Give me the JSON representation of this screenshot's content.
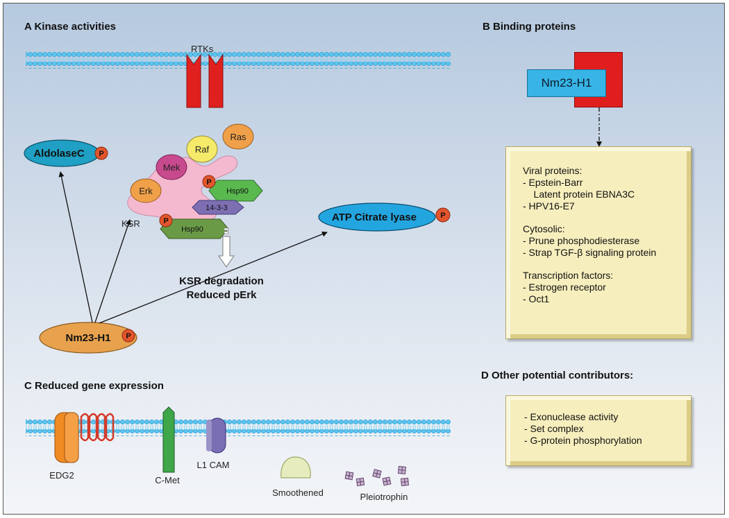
{
  "panels": {
    "a": "A Kinase activities",
    "b": "B Binding proteins",
    "c": "C Reduced gene expression",
    "d": "D Other potential contributors:"
  },
  "kinase": {
    "rtks": "RTKs",
    "aldolase": "AldolaseC",
    "phospho": "P",
    "raf": "Raf",
    "ras": "Ras",
    "mek": "Mek",
    "erk": "Erk",
    "hsp90": "Hsp90",
    "protein_1433": "14-3-3",
    "ksr": "KSR",
    "atp_citrate_lyase": "ATP Citrate lyase",
    "outcome_line1": "KSR degradation",
    "outcome_line2": "Reduced pErk",
    "nm23": "Nm23-H1"
  },
  "binding": {
    "nm23": "Nm23-H1",
    "partners": [
      "Viral proteins:",
      "- Epstein-Barr",
      "    Latent protein EBNA3C",
      "- HPV16-E7",
      "",
      "Cytosolic:",
      "- Prune phosphodiesterase",
      "- Strap TGF-β signaling protein",
      "",
      "Transcription factors:",
      "- Estrogen receptor",
      "- Oct1"
    ]
  },
  "gene_expression": {
    "edg2": "EDG2",
    "cmet": "C-Met",
    "l1cam": "L1 CAM",
    "smoothened": "Smoothened",
    "pleiotrophin": "Pleiotrophin"
  },
  "other": {
    "items": [
      "- Exonuclease activity",
      "- Set complex",
      "- G-protein phosphorylation"
    ]
  },
  "colors": {
    "membrane": "#58c2ec",
    "rtk": "#e0201e",
    "aldolase": "#1fa0c4",
    "phospho": "#e2552c",
    "raf": "#f5ea6a",
    "ras": "#f0a049",
    "mek": "#c84a8e",
    "erk": "#f0a049",
    "hsp90_light": "#59b94f",
    "hsp90_dark": "#6a9a46",
    "protein_1433": "#7e6fb3",
    "ksr": "#f5b9cf",
    "atp_citrate_lyase": "#23a6e0",
    "nm23": "#e8a24e",
    "box": "#f6eebd",
    "edg2": "#f08a22",
    "cmet": "#3fa64a",
    "l1cam": "#7a6fb5",
    "smoothened": "#e6ecbd",
    "pleiotrophin": "#c8b3cf"
  }
}
